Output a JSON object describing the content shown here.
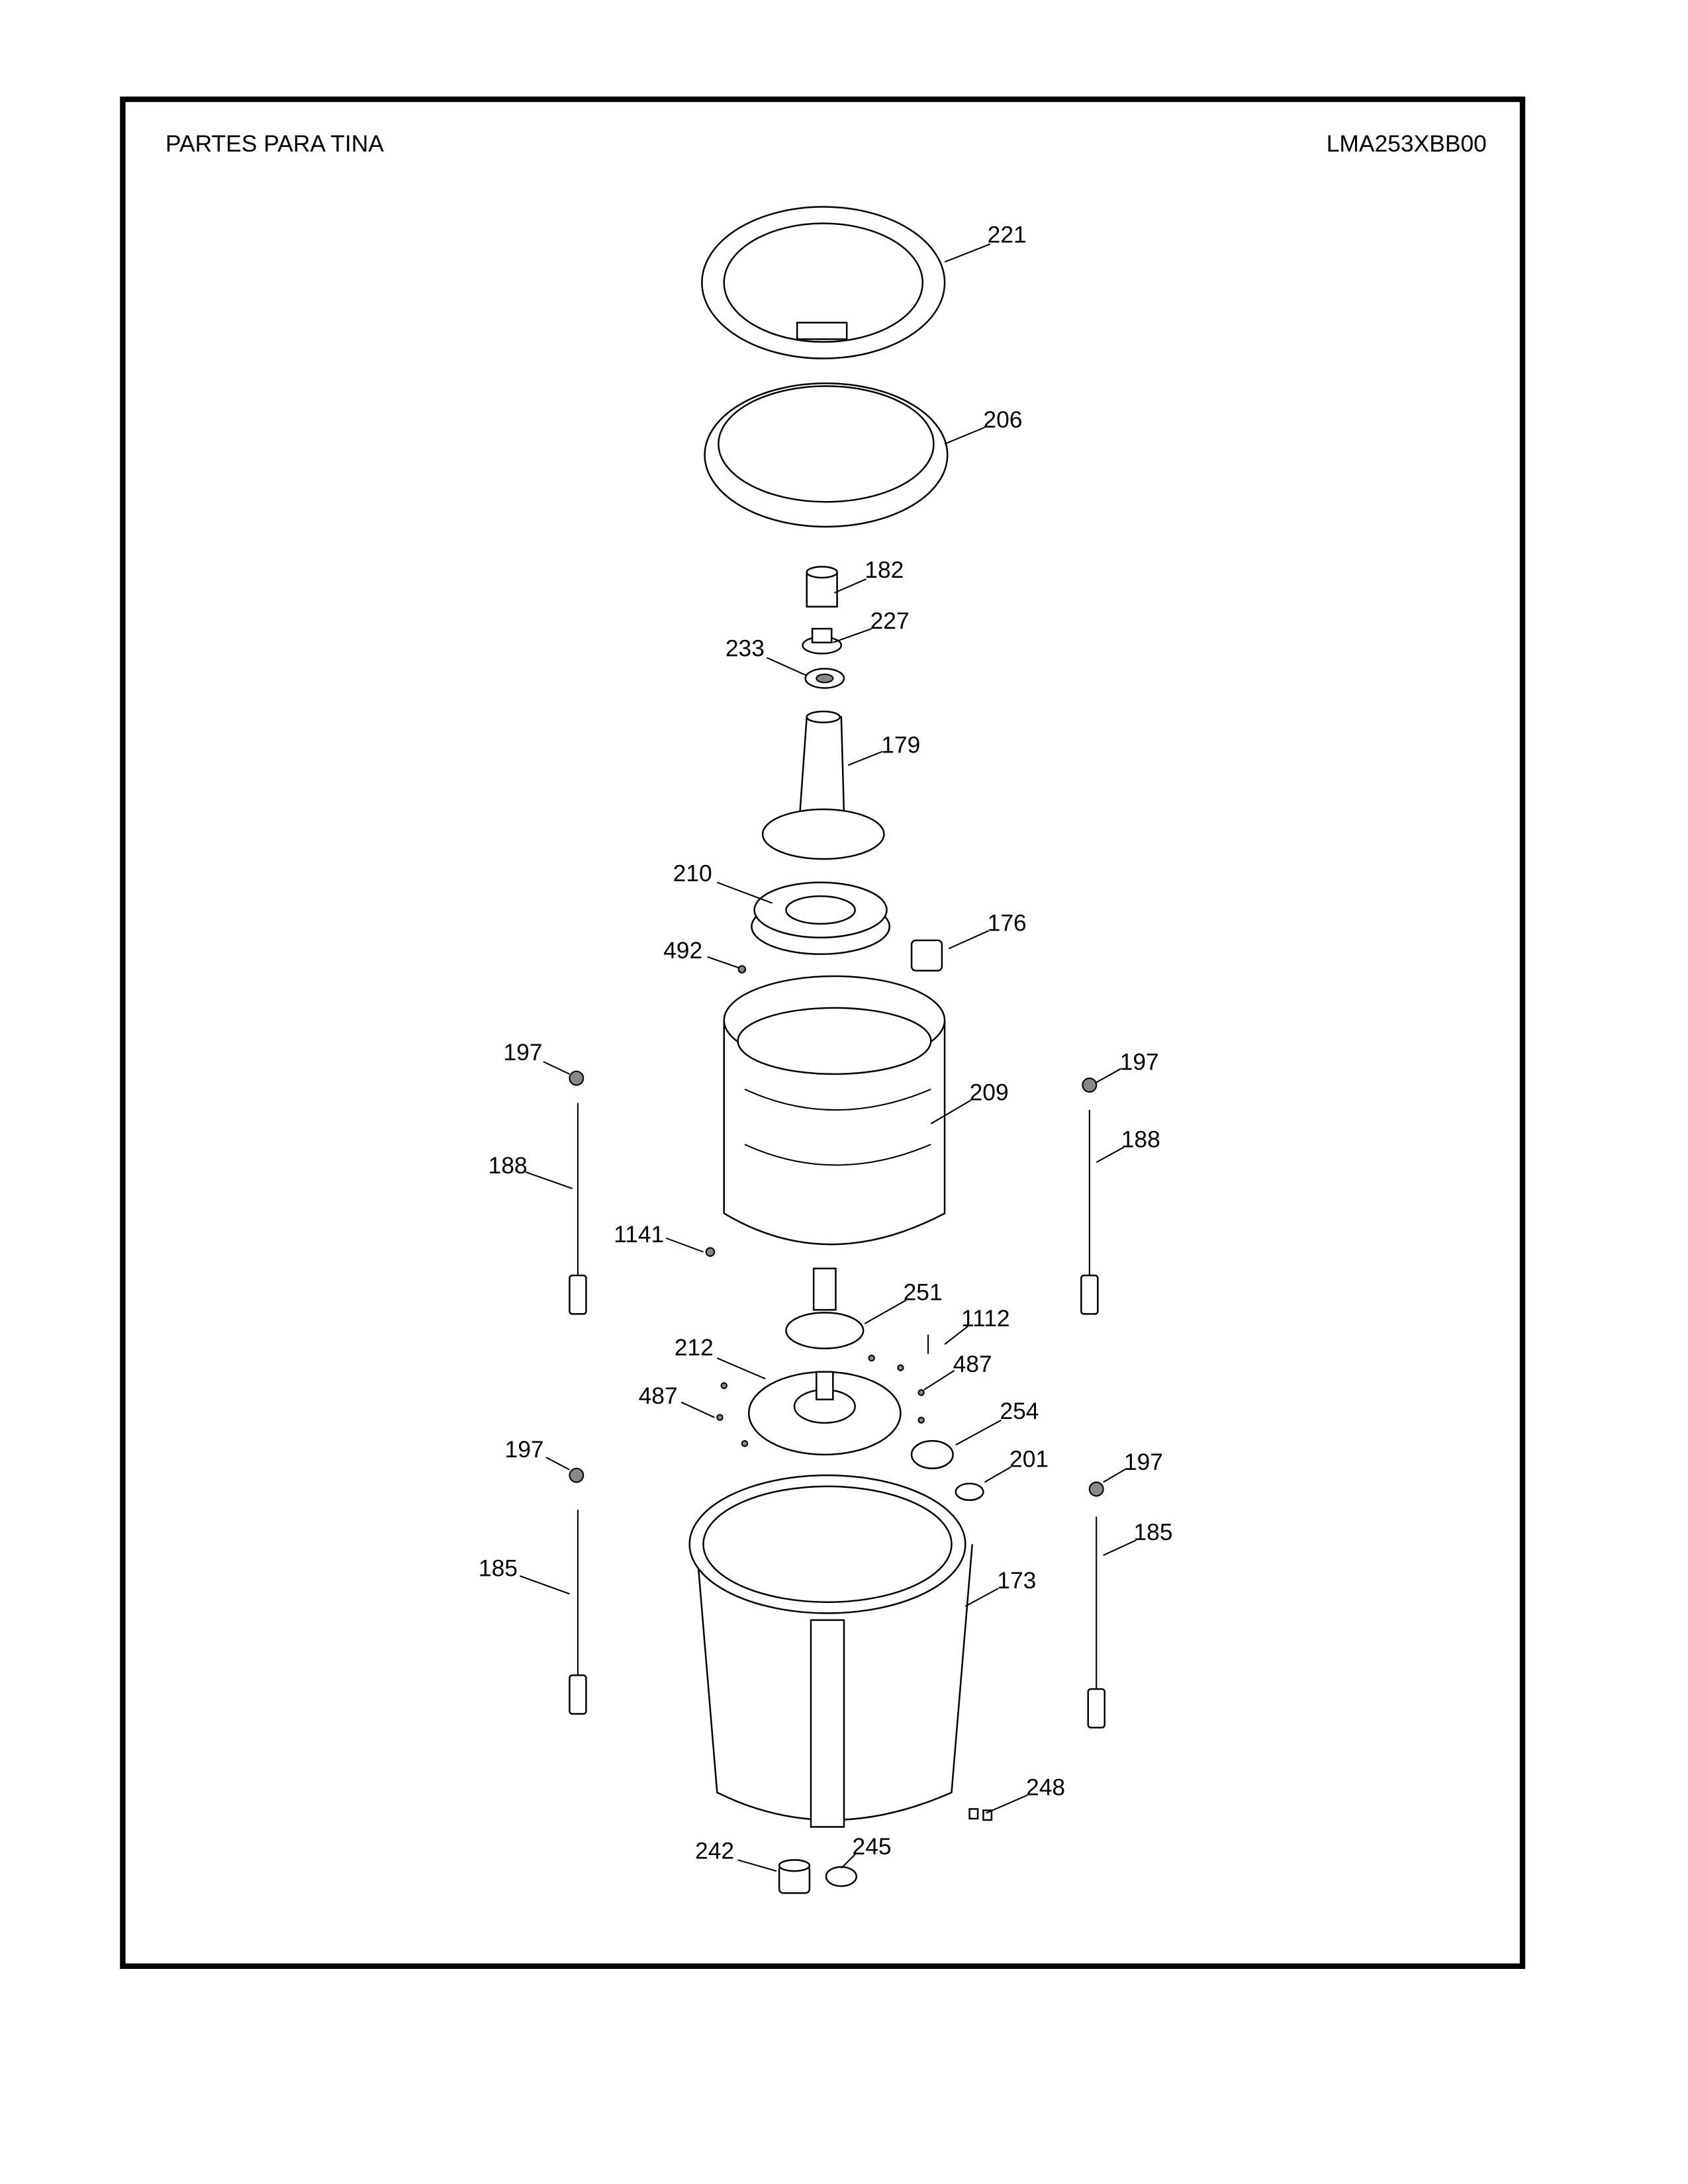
{
  "header": {
    "title": "PARTES PARA TINA",
    "model": "LMA253XBB00"
  },
  "callouts": [
    {
      "id": "tub-cover",
      "label": "221"
    },
    {
      "id": "balance-ring",
      "label": "206"
    },
    {
      "id": "cap",
      "label": "182"
    },
    {
      "id": "cap-insert",
      "label": "227"
    },
    {
      "id": "bearing",
      "label": "233"
    },
    {
      "id": "agitator",
      "label": "179"
    },
    {
      "id": "impeller-ring",
      "label": "210"
    },
    {
      "id": "hub-nut",
      "label": "176"
    },
    {
      "id": "small-screw",
      "label": "492"
    },
    {
      "id": "damper-cap-left-upper",
      "label": "197"
    },
    {
      "id": "damper-cap-right-upper",
      "label": "197"
    },
    {
      "id": "basket",
      "label": "209"
    },
    {
      "id": "rod-left-upper",
      "label": "188"
    },
    {
      "id": "rod-right-upper",
      "label": "188"
    },
    {
      "id": "basket-screw",
      "label": "1141"
    },
    {
      "id": "hub",
      "label": "251"
    },
    {
      "id": "bolt",
      "label": "1112"
    },
    {
      "id": "flange",
      "label": "212"
    },
    {
      "id": "screw-right",
      "label": "487"
    },
    {
      "id": "screw-left",
      "label": "487"
    },
    {
      "id": "gear",
      "label": "254"
    },
    {
      "id": "damper-cap-left-lower",
      "label": "197"
    },
    {
      "id": "seal",
      "label": "201"
    },
    {
      "id": "damper-cap-right-lower",
      "label": "197"
    },
    {
      "id": "rod-right-lower",
      "label": "185"
    },
    {
      "id": "rod-left-lower",
      "label": "185"
    },
    {
      "id": "outer-tub",
      "label": "173"
    },
    {
      "id": "clip",
      "label": "248"
    },
    {
      "id": "drain-cap",
      "label": "242"
    },
    {
      "id": "o-ring",
      "label": "245"
    }
  ]
}
